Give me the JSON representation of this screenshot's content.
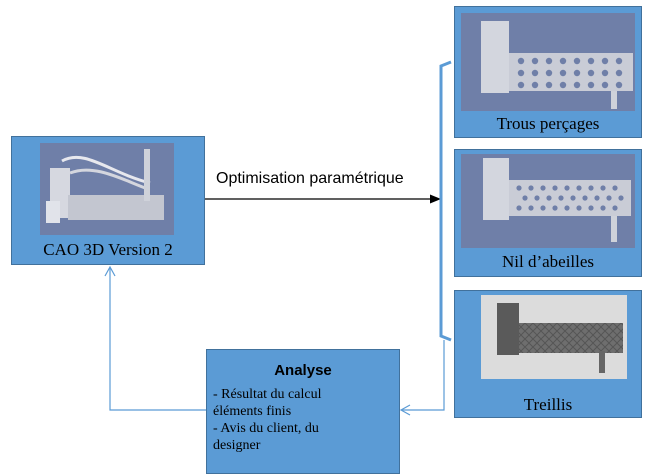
{
  "nodes": {
    "cao": {
      "caption": "CAO 3D Version 2"
    },
    "trous": {
      "caption": "Trous perçages"
    },
    "nid": {
      "caption": "Nil d’abeilles"
    },
    "treillis": {
      "caption": "Treillis"
    },
    "analyse": {
      "title": "Analyse",
      "lines": [
        "- Résultat du calcul",
        "éléments finis",
        "- Avis du client, du",
        "designer"
      ]
    }
  },
  "edges": {
    "optimisation_label": "Optimisation paramétrique"
  },
  "colors": {
    "box_fill": "#5b9bd5",
    "box_border": "#41719c",
    "render_bg": "#6f7fa8",
    "part_gray": "#c9ccd6",
    "connector": "#5b9bd5",
    "arrow_main": "#000000"
  }
}
